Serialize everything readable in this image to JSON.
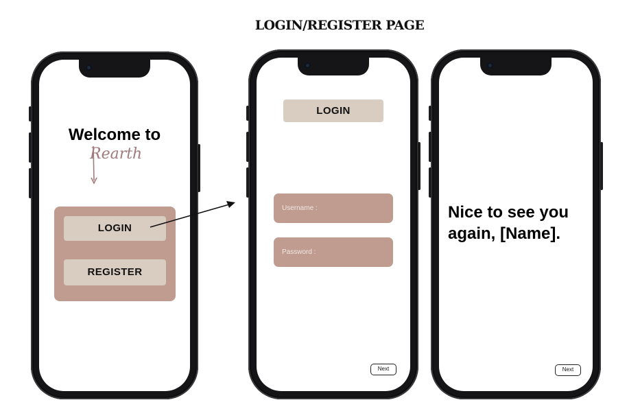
{
  "page": {
    "title": "LOGIN/REGISTER PAGE"
  },
  "screen_welcome": {
    "heading": "Welcome to",
    "logo_text": "Rearth",
    "login_label": "LOGIN",
    "register_label": "REGISTER"
  },
  "screen_login": {
    "header_label": "LOGIN",
    "username_placeholder": "Username :",
    "password_placeholder": "Password :",
    "next_label": "Next"
  },
  "screen_greeting": {
    "message": "Nice to see you again, [Name].",
    "next_label": "Next"
  },
  "colors": {
    "card_brown": "#bf9c8f",
    "button_beige": "#d9ccc0",
    "logo_mauve": "#a07a7c",
    "phone_frame": "#151517"
  },
  "icons": [
    "camera-icon",
    "flow-arrow-icon",
    "logo-down-arrow-icon"
  ]
}
